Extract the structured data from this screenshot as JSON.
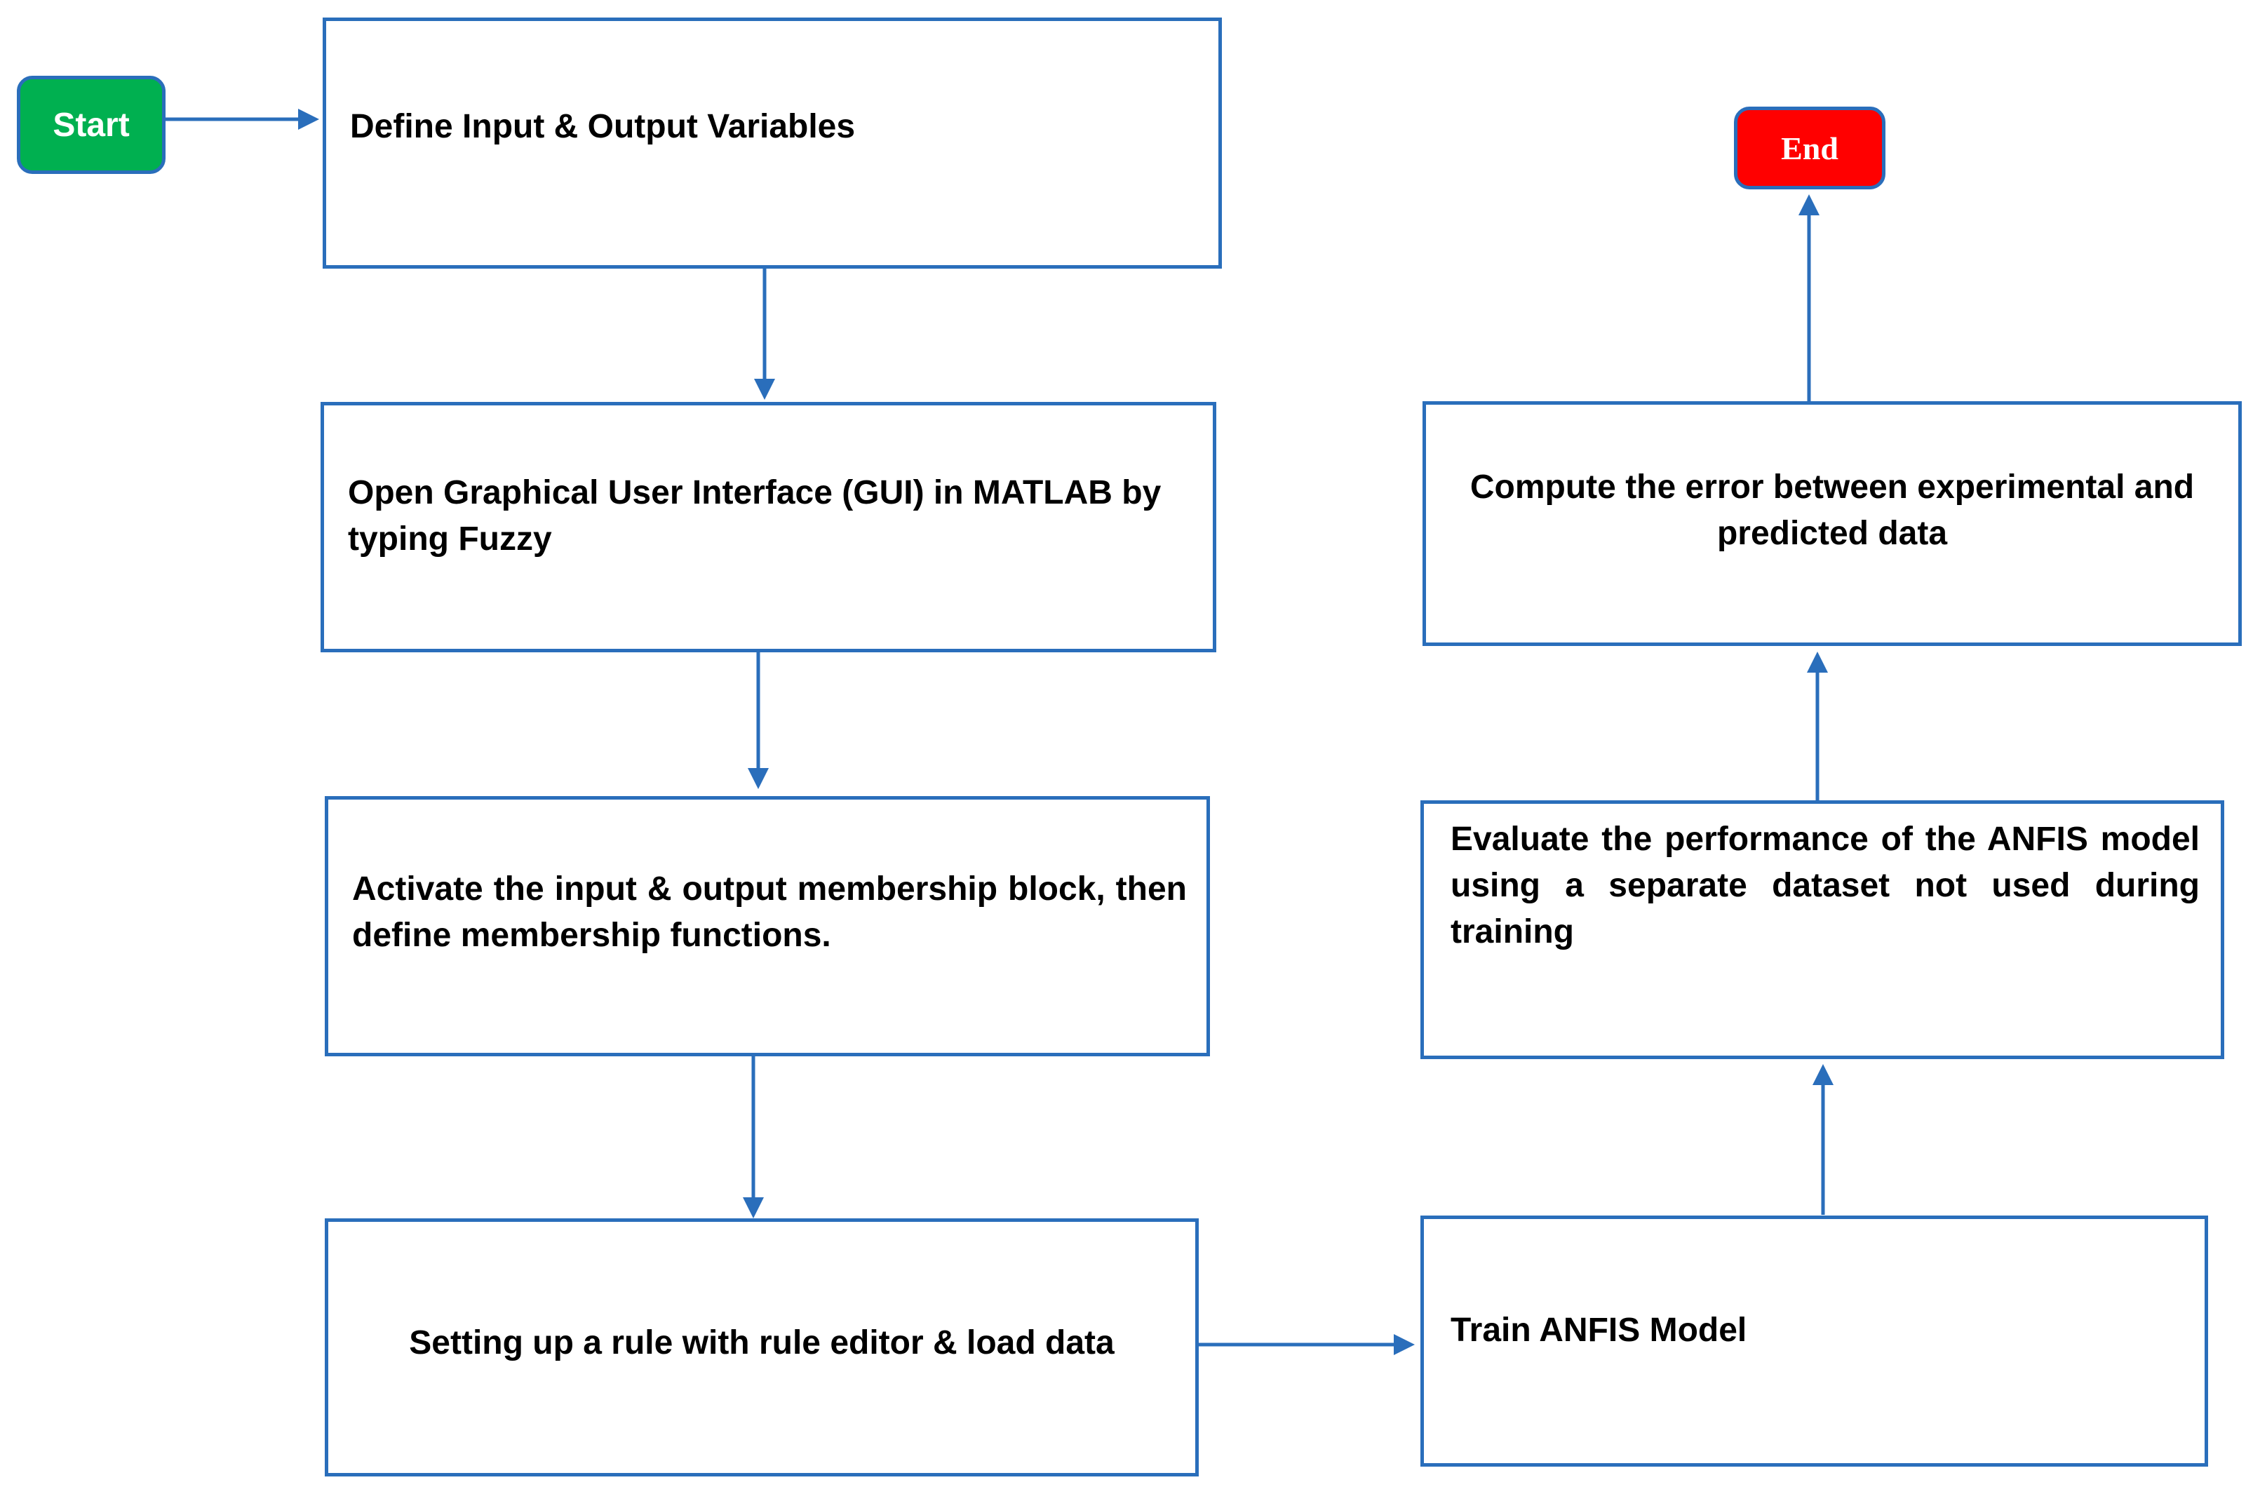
{
  "colors": {
    "border": "#2a6ebb",
    "arrow": "#2a6ebb",
    "start_fill": "#00b050",
    "end_fill": "#ff0000",
    "text": "#000000",
    "terminal_text": "#ffffff"
  },
  "nodes": {
    "start": "Start",
    "end": "End",
    "define_io": "Define Input & Output Variables",
    "open_gui": "Open Graphical User Interface (GUI) in MATLAB by typing Fuzzy",
    "activate_membership": "Activate the input & output membership block, then define membership functions.",
    "setup_rule": "Setting up a rule with rule editor & load data",
    "train_anfis": "Train ANFIS Model",
    "evaluate": "Evaluate the performance of the ANFIS model using a separate dataset not used during training",
    "compute_error": "Compute the error between experimental and predicted data"
  },
  "edges": [
    {
      "from": "start",
      "to": "define_io"
    },
    {
      "from": "define_io",
      "to": "open_gui"
    },
    {
      "from": "open_gui",
      "to": "activate_membership"
    },
    {
      "from": "activate_membership",
      "to": "setup_rule"
    },
    {
      "from": "setup_rule",
      "to": "train_anfis"
    },
    {
      "from": "train_anfis",
      "to": "evaluate"
    },
    {
      "from": "evaluate",
      "to": "compute_error"
    },
    {
      "from": "compute_error",
      "to": "end"
    }
  ]
}
